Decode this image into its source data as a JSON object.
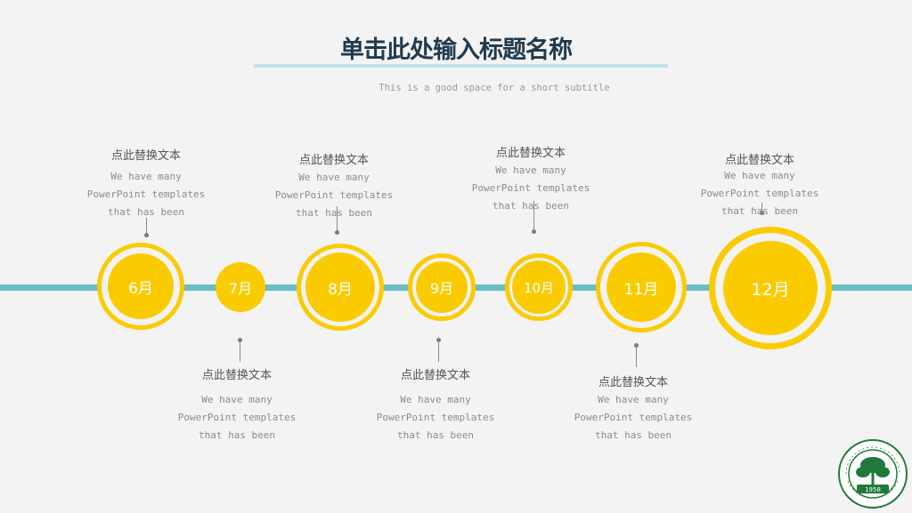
{
  "header": {
    "title": "单击此处输入标题名称",
    "subtitle": "This is a good space for a short subtitle"
  },
  "timeline": {
    "nodes": [
      {
        "label": "6月"
      },
      {
        "label": "7月"
      },
      {
        "label": "8月"
      },
      {
        "label": "9月"
      },
      {
        "label": "10月"
      },
      {
        "label": "11月"
      },
      {
        "label": "12月"
      }
    ],
    "callouts": [
      {
        "heading": "点此替换文本",
        "line1": "We have many",
        "line2": "PowerPoint templates",
        "line3": "that has been"
      },
      {
        "heading": "点此替换文本",
        "line1": "We have many",
        "line2": "PowerPoint templates",
        "line3": "that has been"
      },
      {
        "heading": "点此替换文本",
        "line1": "We have many",
        "line2": "PowerPoint templates",
        "line3": "that has been"
      },
      {
        "heading": "点此替换文本",
        "line1": "We have many",
        "line2": "PowerPoint templates",
        "line3": "that has been"
      },
      {
        "heading": "点此替换文本",
        "line1": "We have many",
        "line2": "PowerPoint templates",
        "line3": "that has been"
      },
      {
        "heading": "点此替换文本",
        "line1": "We have many",
        "line2": "PowerPoint templates",
        "line3": "that has been"
      },
      {
        "heading": "点此替换文本",
        "line1": "We have many",
        "line2": "PowerPoint templates",
        "line3": "that has been"
      }
    ]
  },
  "logo": {
    "ring_text": "浙江农林大学 ZHEJIANG A&F UNIVERSITY",
    "year": "1958"
  },
  "colors": {
    "accent": "#fbcb02",
    "timeline": "#6bbcc3",
    "title": "#1f3a4f"
  }
}
